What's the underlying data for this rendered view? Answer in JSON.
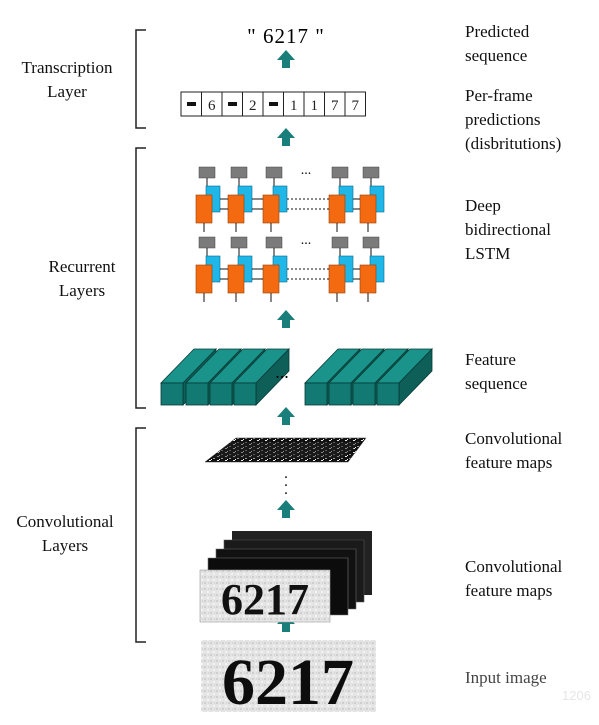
{
  "layers": {
    "transcription": [
      "Transcription",
      "Layer"
    ],
    "recurrent": [
      "Recurrent",
      "Layers"
    ],
    "convolutional": [
      "Convolutional",
      "Layers"
    ]
  },
  "descriptions": {
    "predicted_sequence": [
      "Predicted",
      "sequence"
    ],
    "per_frame": [
      "Per-frame",
      "predictions",
      "(disbritutions)"
    ],
    "lstm": [
      "Deep",
      "bidirectional",
      "LSTM"
    ],
    "feature_sequence": [
      "Feature",
      "sequence"
    ],
    "conv_maps_top": [
      "Convolutional",
      "feature maps"
    ],
    "conv_maps_bottom": [
      "Convolutional",
      "feature maps"
    ],
    "input_image": [
      "Input image"
    ]
  },
  "predicted_text": "\" 6217 \"",
  "frame_predictions": [
    "-",
    "6",
    "-",
    "2",
    "-",
    "1",
    "1",
    "7",
    "7"
  ],
  "input_digits": "6217",
  "ellipsis": "...",
  "watermark": "1206",
  "colors": {
    "arrow": "#1a7f7a",
    "feature_block": "#127a72",
    "lstm_orange": "#f36a10",
    "lstm_blue": "#1fb6e8",
    "lstm_gray": "#7b7b7b"
  }
}
